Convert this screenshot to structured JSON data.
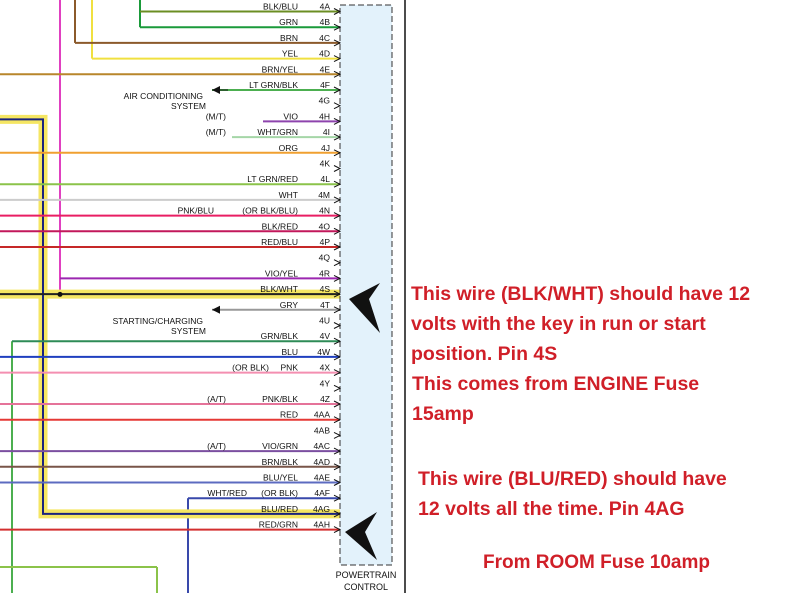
{
  "connector": {
    "name_line1": "POWERTRAIN",
    "name_line2": "CONTROL"
  },
  "pins": [
    {
      "pin": "4A",
      "wire": "BLK/BLU",
      "color": "#6b8e23",
      "origin": "",
      "alt": ""
    },
    {
      "pin": "4B",
      "wire": "GRN",
      "color": "#1a9a3a",
      "origin": "",
      "alt": ""
    },
    {
      "pin": "4C",
      "wire": "BRN",
      "color": "#8b5a2b",
      "origin": "",
      "alt": ""
    },
    {
      "pin": "4D",
      "wire": "YEL",
      "color": "#f0e040",
      "origin": "",
      "alt": ""
    },
    {
      "pin": "4E",
      "wire": "BRN/YEL",
      "color": "#b8862b",
      "origin": "",
      "alt": ""
    },
    {
      "pin": "4F",
      "wire": "LT GRN/BLK",
      "color": "#4caf50",
      "origin": "",
      "alt": ""
    },
    {
      "pin": "4G",
      "wire": "",
      "color": "",
      "origin": "",
      "alt": ""
    },
    {
      "pin": "4H",
      "wire": "VIO",
      "color": "#8e44ad",
      "origin": "(M/T)",
      "alt": ""
    },
    {
      "pin": "4I",
      "wire": "WHT/GRN",
      "color": "#a5d6a7",
      "origin": "(M/T)",
      "alt": ""
    },
    {
      "pin": "4J",
      "wire": "ORG",
      "color": "#f0a030",
      "origin": "",
      "alt": ""
    },
    {
      "pin": "4K",
      "wire": "",
      "color": "",
      "origin": "",
      "alt": ""
    },
    {
      "pin": "4L",
      "wire": "LT GRN/RED",
      "color": "#8bc34a",
      "origin": "",
      "alt": ""
    },
    {
      "pin": "4M",
      "wire": "WHT",
      "color": "#cccccc",
      "origin": "",
      "alt": ""
    },
    {
      "pin": "4N",
      "wire": "PNK/BLU",
      "color": "#e91e63",
      "origin": "",
      "alt": "(OR BLK/BLU)"
    },
    {
      "pin": "4O",
      "wire": "BLK/RED",
      "color": "#c2185b",
      "origin": "",
      "alt": ""
    },
    {
      "pin": "4P",
      "wire": "RED/BLU",
      "color": "#c62828",
      "origin": "",
      "alt": ""
    },
    {
      "pin": "4Q",
      "wire": "",
      "color": "",
      "origin": "",
      "alt": ""
    },
    {
      "pin": "4R",
      "wire": "VIO/YEL",
      "color": "#9c27b0",
      "origin": "",
      "alt": ""
    },
    {
      "pin": "4S",
      "wire": "BLK/WHT",
      "color": "#f5e663",
      "origin": "",
      "alt": ""
    },
    {
      "pin": "4T",
      "wire": "GRY",
      "color": "#999999",
      "origin": "",
      "alt": ""
    },
    {
      "pin": "4U",
      "wire": "",
      "color": "",
      "origin": "",
      "alt": ""
    },
    {
      "pin": "4V",
      "wire": "GRN/BLK",
      "color": "#2e8b57",
      "origin": "",
      "alt": ""
    },
    {
      "pin": "4W",
      "wire": "BLU",
      "color": "#1f3fbf",
      "origin": "",
      "alt": ""
    },
    {
      "pin": "4X",
      "wire": "PNK",
      "color": "#f48fb1",
      "origin": "",
      "alt": "(OR BLK)"
    },
    {
      "pin": "4Y",
      "wire": "",
      "color": "",
      "origin": "",
      "alt": ""
    },
    {
      "pin": "4Z",
      "wire": "PNK/BLK",
      "color": "#e57399",
      "origin": "(A/T)",
      "alt": ""
    },
    {
      "pin": "4AA",
      "wire": "RED",
      "color": "#e53935",
      "origin": "",
      "alt": ""
    },
    {
      "pin": "4AB",
      "wire": "",
      "color": "",
      "origin": "",
      "alt": ""
    },
    {
      "pin": "4AC",
      "wire": "VIO/GRN",
      "color": "#7b4fa0",
      "origin": "(A/T)",
      "alt": ""
    },
    {
      "pin": "4AD",
      "wire": "BRN/BLK",
      "color": "#795548",
      "origin": "",
      "alt": ""
    },
    {
      "pin": "4AE",
      "wire": "BLU/YEL",
      "color": "#5c6bc0",
      "origin": "",
      "alt": ""
    },
    {
      "pin": "4AF",
      "wire": "",
      "color": "#3949ab",
      "origin": "WHT/RED",
      "alt": "(OR BLK)"
    },
    {
      "pin": "4AG",
      "wire": "BLU/RED",
      "color": "#f5e663",
      "origin": "",
      "alt": ""
    },
    {
      "pin": "4AH",
      "wire": "RED/GRN",
      "color": "#d32f2f",
      "origin": "",
      "alt": ""
    }
  ],
  "system_labels": {
    "air_conditioning_line1": "AIR CONDITIONING",
    "air_conditioning_line2": "SYSTEM",
    "starting_charging_line1": "STARTING/CHARGING",
    "starting_charging_line2": "SYSTEM"
  },
  "notes": {
    "blk_wht": "This wire (BLK/WHT) should have 12 volts with the key in run or start position. Pin 4S",
    "engine_fuse": "This comes from ENGINE Fuse 15amp",
    "blu_red": "This wire (BLU/RED) should have 12 volts all the time. Pin 4AG",
    "room_fuse": "From ROOM Fuse 10amp"
  },
  "colors": {
    "highlight": "#f5e663",
    "connector_fill": "#e3f2fb",
    "note_text": "#d01f28",
    "pointer": "#111111"
  }
}
